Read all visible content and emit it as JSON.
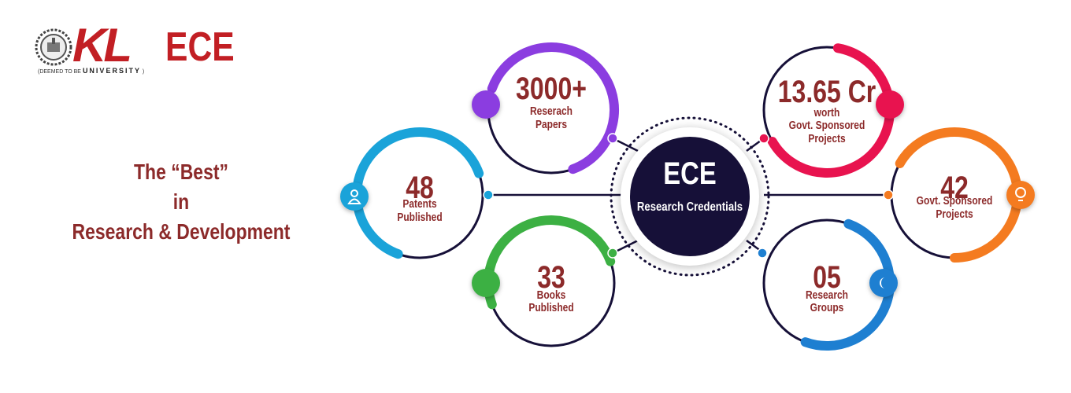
{
  "logo": {
    "brand": "KL",
    "department": "ECE",
    "sub_small": "(DEEMED TO BE",
    "sub_big": "UNIVERSITY",
    "sub_end": ")"
  },
  "tagline": {
    "line1": "The “Best”",
    "line2": "in",
    "line3": "Research & Development"
  },
  "center": {
    "title": "ECE",
    "subtitle": "Research Credentials"
  },
  "stats": [
    {
      "key": "papers",
      "value": "3000+",
      "label1": "Reserach",
      "label2": "Papers",
      "label3": "",
      "color": "#8b3de0"
    },
    {
      "key": "patents",
      "value": "48",
      "label1": "Patents",
      "label2": "Published",
      "label3": "",
      "color": "#1aa3d9",
      "icon": "user-icon"
    },
    {
      "key": "books",
      "value": "33",
      "label1": "Books",
      "label2": "Published",
      "label3": "",
      "color": "#3cb043"
    },
    {
      "key": "funding",
      "value": "13.65 Cr",
      "label1": "worth",
      "label2": "Govt. Sponsored",
      "label3": "Projects",
      "color": "#e8134f"
    },
    {
      "key": "projects",
      "value": "42",
      "label1": "Govt. Sponsored",
      "label2": "Projects",
      "label3": "",
      "color": "#f47b20",
      "icon": "bulb-icon"
    },
    {
      "key": "groups",
      "value": "05",
      "label1": "Research",
      "label2": "Groups",
      "label3": "",
      "color": "#1e7fd1",
      "icon": "moon-icon"
    }
  ],
  "colors": {
    "dark_navy": "#161038",
    "text_brown": "#8c2a2a",
    "logo_red": "#c21f24"
  }
}
